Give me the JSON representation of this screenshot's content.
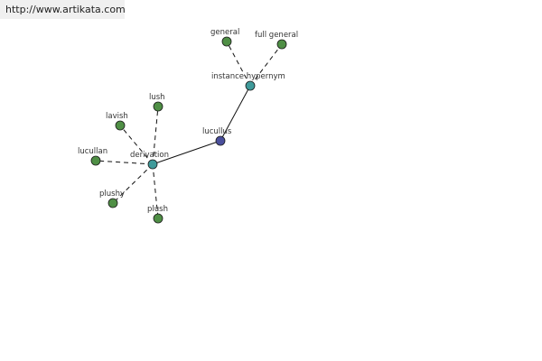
{
  "watermark": {
    "text": "http://www.artikata.com"
  },
  "colors": {
    "leaf": "#4f8f45",
    "relation": "#3f9a9a",
    "center": "#4a4f9c",
    "edge": "#111111"
  },
  "nodes": [
    {
      "id": "lucullus",
      "label": "lucullus",
      "kind": "center"
    },
    {
      "id": "instance-hypernym",
      "label": "instance hypernym",
      "kind": "relation"
    },
    {
      "id": "derivation",
      "label": "derivation",
      "kind": "relation"
    },
    {
      "id": "general",
      "label": "general",
      "kind": "leaf"
    },
    {
      "id": "full-general",
      "label": "full general",
      "kind": "leaf"
    },
    {
      "id": "lush",
      "label": "lush",
      "kind": "leaf"
    },
    {
      "id": "lavish",
      "label": "lavish",
      "kind": "leaf"
    },
    {
      "id": "lucullan",
      "label": "lucullan",
      "kind": "leaf"
    },
    {
      "id": "plushy",
      "label": "plushy",
      "kind": "leaf"
    },
    {
      "id": "plush",
      "label": "plush",
      "kind": "leaf"
    }
  ],
  "edges": [
    {
      "from": "lucullus",
      "to": "instance-hypernym",
      "style": "solid"
    },
    {
      "from": "lucullus",
      "to": "derivation",
      "style": "solid"
    },
    {
      "from": "instance-hypernym",
      "to": "general",
      "style": "dashed"
    },
    {
      "from": "instance-hypernym",
      "to": "full-general",
      "style": "dashed"
    },
    {
      "from": "derivation",
      "to": "lush",
      "style": "dashed"
    },
    {
      "from": "derivation",
      "to": "lavish",
      "style": "dashed"
    },
    {
      "from": "derivation",
      "to": "lucullan",
      "style": "dashed"
    },
    {
      "from": "derivation",
      "to": "plushy",
      "style": "dashed"
    },
    {
      "from": "derivation",
      "to": "plush",
      "style": "dashed"
    }
  ]
}
